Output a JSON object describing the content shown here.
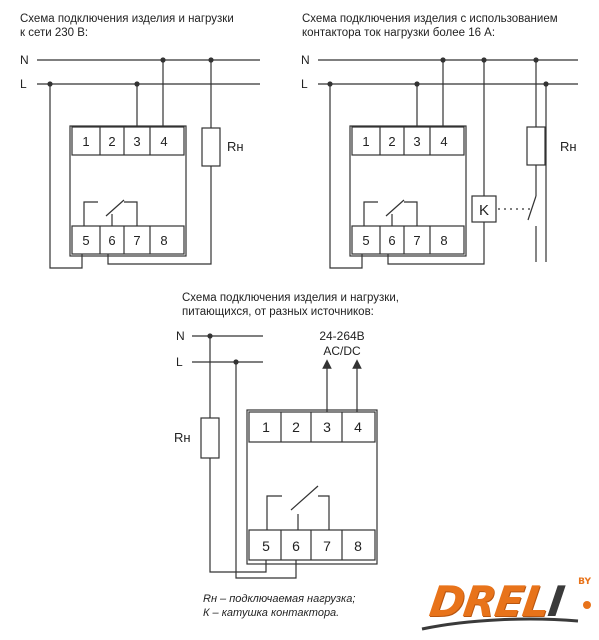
{
  "captions": {
    "top_left": [
      "Схема подключения изделия и нагрузки",
      "к сети 230 В:"
    ],
    "top_right": [
      "Схема подключения изделия с использованием",
      "контактора ток нагрузки более 16 А:"
    ],
    "bottom": [
      "Схема подключения изделия и нагрузки,",
      "питающихся, от разных источников:"
    ]
  },
  "lines": {
    "n": "N",
    "l": "L"
  },
  "terminals": {
    "t1": "1",
    "t2": "2",
    "t3": "3",
    "t4": "4",
    "t5": "5",
    "t6": "6",
    "t7": "7",
    "t8": "8"
  },
  "load_label": "Rн",
  "contactor_label": "K",
  "supply": [
    "24-264В",
    "AC/DC"
  ],
  "legend": [
    "Rн – подключаемая нагрузка;",
    "К – катушка контактора."
  ],
  "logo": {
    "brand_main": "DREL",
    "brand_end": "I",
    "by": "BY"
  },
  "colors": {
    "line": "#333333",
    "text": "#222222",
    "logo_orange": "#e8731a",
    "logo_dark": "#3a3a3a"
  }
}
